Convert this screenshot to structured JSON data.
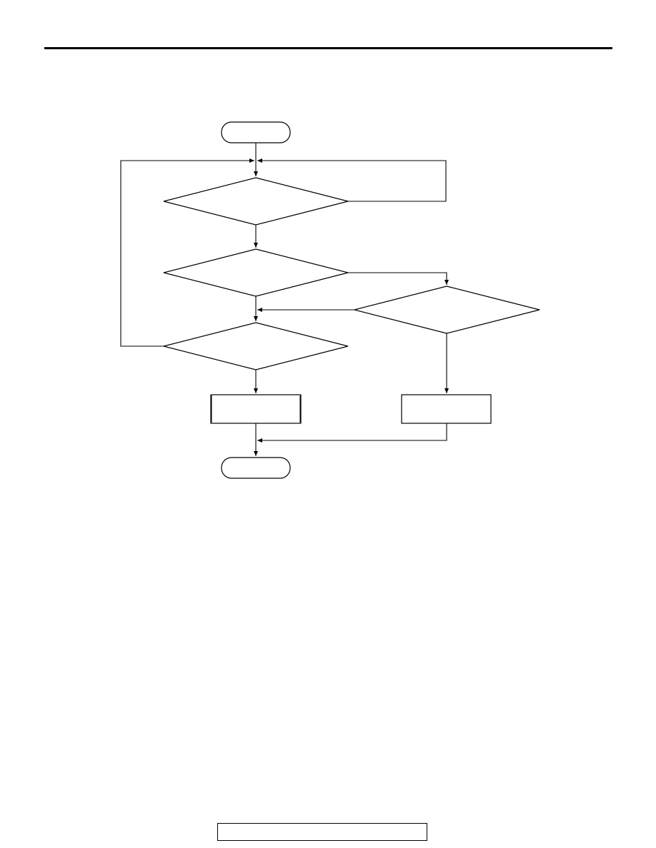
{
  "flowchart": {
    "nodes": {
      "start": {
        "type": "terminator",
        "label": ""
      },
      "decision_1": {
        "type": "decision",
        "label": ""
      },
      "decision_2": {
        "type": "decision",
        "label": ""
      },
      "decision_3": {
        "type": "decision",
        "label": ""
      },
      "decision_4": {
        "type": "decision",
        "label": ""
      },
      "process_left": {
        "type": "process",
        "label": ""
      },
      "process_right": {
        "type": "process",
        "label": ""
      },
      "end": {
        "type": "terminator",
        "label": ""
      }
    },
    "edges": [
      {
        "from": "start",
        "to": "decision_1"
      },
      {
        "from": "decision_1",
        "to": "decision_1",
        "via": "right-loop"
      },
      {
        "from": "decision_1",
        "to": "decision_2"
      },
      {
        "from": "decision_2",
        "to": "decision_3"
      },
      {
        "from": "decision_2",
        "to": "decision_4"
      },
      {
        "from": "decision_4",
        "to": "decision_3"
      },
      {
        "from": "decision_3",
        "to": "decision_1",
        "via": "left-loop"
      },
      {
        "from": "decision_3",
        "to": "process_left"
      },
      {
        "from": "decision_4",
        "to": "process_right"
      },
      {
        "from": "process_left",
        "to": "end"
      },
      {
        "from": "process_right",
        "to": "end"
      }
    ]
  },
  "footer": {
    "label": ""
  },
  "colors": {
    "ink": "#000000",
    "background": "#ffffff"
  }
}
